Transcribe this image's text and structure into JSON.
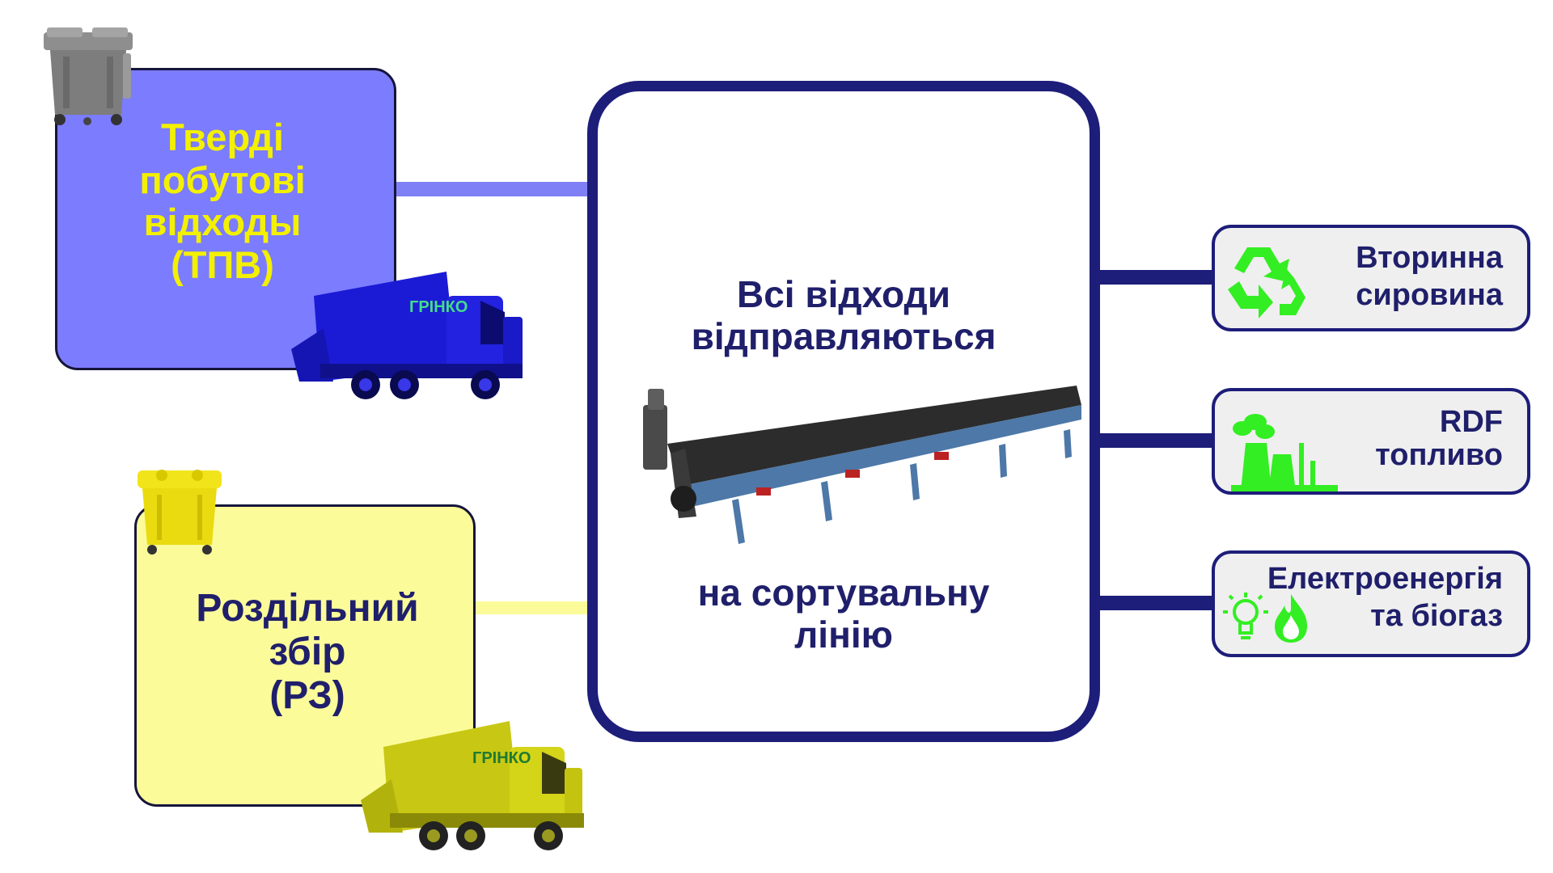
{
  "sources": [
    {
      "id": "tpv",
      "lines": [
        "Тверді",
        "побутові",
        "відходы",
        "(ТПВ)"
      ],
      "fill": "#7c7cff",
      "text_color": "#f3f000"
    },
    {
      "id": "rz",
      "lines": [
        "Роздільний",
        "збір",
        "(РЗ)"
      ],
      "fill": "#fbfb9a",
      "text_color": "#1f1f6b"
    }
  ],
  "center": {
    "top_lines": [
      "Всі відходи",
      "відправляються"
    ],
    "bottom_lines": [
      "на сортувальну",
      "лінію"
    ],
    "border_color": "#1d1d7a"
  },
  "outputs": [
    {
      "id": "secondary",
      "lines": [
        "Вторинна",
        "сировина"
      ],
      "icon": "recycle-icon"
    },
    {
      "id": "rdf",
      "lines": [
        "RDF",
        "топливо"
      ],
      "icon": "power-plant-icon"
    },
    {
      "id": "energy",
      "lines": [
        "Електроенергія",
        "та біогаз"
      ],
      "icon": "bulb-flame-icon"
    }
  ],
  "truck_logo": "ГРІНКО",
  "colors": {
    "navy": "#1d1d7a",
    "text_navy": "#1f1f6b",
    "green": "#33ee22",
    "yellow_text": "#f3f000"
  }
}
